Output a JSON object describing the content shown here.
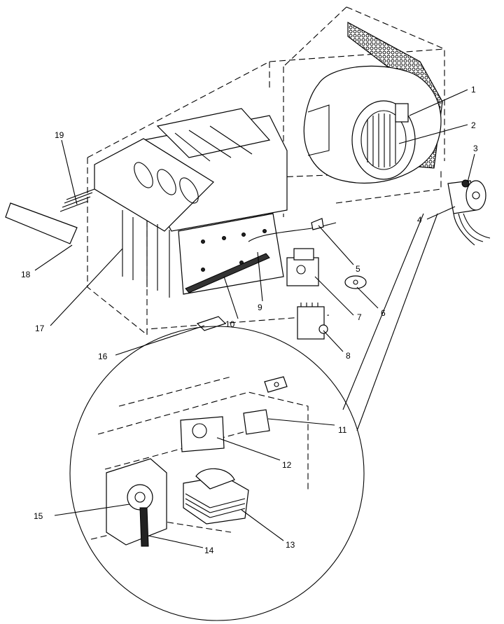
{
  "callouts": [
    {
      "id": "1",
      "text": "1"
    },
    {
      "id": "2",
      "text": "2"
    },
    {
      "id": "3",
      "text": "3"
    },
    {
      "id": "4",
      "text": "4"
    },
    {
      "id": "5",
      "text": "5"
    },
    {
      "id": "6",
      "text": "6"
    },
    {
      "id": "7",
      "text": "7"
    },
    {
      "id": "8",
      "text": "8"
    },
    {
      "id": "9",
      "text": "9"
    },
    {
      "id": "10",
      "text": "10"
    },
    {
      "id": "11",
      "text": "11"
    },
    {
      "id": "12",
      "text": "12"
    },
    {
      "id": "13",
      "text": "13"
    },
    {
      "id": "14",
      "text": "14"
    },
    {
      "id": "15",
      "text": "15"
    },
    {
      "id": "16",
      "text": "16"
    },
    {
      "id": "17",
      "text": "17"
    },
    {
      "id": "18",
      "text": "18"
    },
    {
      "id": "19",
      "text": "19"
    }
  ],
  "colors": {
    "ink": "#000000",
    "background": "#ffffff"
  }
}
